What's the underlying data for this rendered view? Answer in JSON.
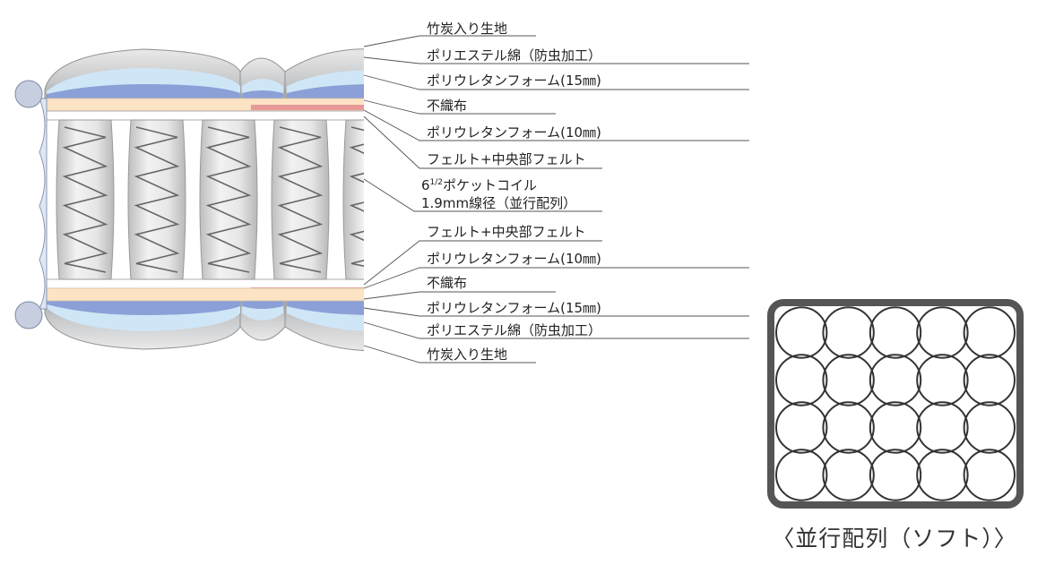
{
  "layers": [
    {
      "id": "fabric-top",
      "label": "竹炭入り生地"
    },
    {
      "id": "poly-cotton-top",
      "label": "ポリエステル綿（防虫加工）"
    },
    {
      "id": "urethane15-top",
      "label": "ポリウレタンフォーム(15㎜)"
    },
    {
      "id": "nonwoven-top",
      "label": "不織布"
    },
    {
      "id": "urethane10-top",
      "label": "ポリウレタンフォーム(10㎜)"
    },
    {
      "id": "felt-top",
      "label": "フェルト+中央部フェルト"
    },
    {
      "id": "coil",
      "label": "6",
      "label_fraction": "1/2",
      "label_rest": "ポケットコイル",
      "label2": "1.9mm線径（並行配列）"
    },
    {
      "id": "felt-bottom",
      "label": "フェルト+中央部フェルト"
    },
    {
      "id": "urethane10-bottom",
      "label": "ポリウレタンフォーム(10㎜)"
    },
    {
      "id": "nonwoven-bottom",
      "label": "不織布"
    },
    {
      "id": "urethane15-bottom",
      "label": "ポリウレタンフォーム(15㎜)"
    },
    {
      "id": "poly-cotton-bottom",
      "label": "ポリエステル綿（防虫加工）"
    },
    {
      "id": "fabric-bottom",
      "label": "竹炭入り生地"
    }
  ],
  "arrangement": {
    "caption": "〈並行配列（ソフト）〉",
    "rows": 4,
    "cols": 5
  },
  "colors": {
    "quilt_gray": "#c8c9ca",
    "foam_blue": "#8aa0d6",
    "foam_light": "#cfe6f7",
    "nonwoven": "#fbe3c4",
    "felt_pink": "#e89a98",
    "coil_body": "#dcdcdc",
    "frame": "#555555"
  }
}
